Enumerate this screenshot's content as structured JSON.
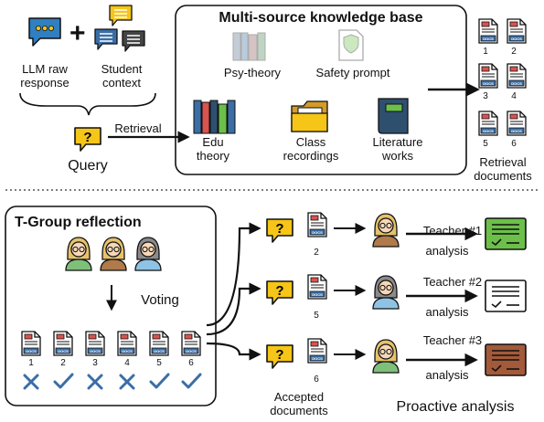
{
  "colors": {
    "stroke": "#111111",
    "doc_red": "#d9534f",
    "doc_blue": "#3a6ea5",
    "query_yellow": "#f5c518",
    "green_report": "#6cc04a",
    "brown_report": "#a35a3a",
    "check_blue": "#3a6ea5",
    "chat_blue": "#2f7fc1",
    "chat_yellow": "#f5c518"
  },
  "top": {
    "llm_label": "LLM raw\nresponse",
    "plus": "+",
    "student_label": "Student\ncontext",
    "query_label": "Query",
    "retrieval_label": "Retrieval",
    "kb_title": "Multi-source knowledge base",
    "kb_items": [
      {
        "label": "Psy-theory"
      },
      {
        "label": "Safety prompt"
      },
      {
        "label": "Edu\ntheory"
      },
      {
        "label": "Class\nrecordings"
      },
      {
        "label": "Literature\nworks"
      }
    ],
    "retrieval_docs": [
      "1",
      "2",
      "3",
      "4",
      "5",
      "6"
    ],
    "retrieval_docs_label": "Retrieval\ndocuments",
    "doc_icon_text": "DOCS"
  },
  "bottom": {
    "tgroup_title": "T-Group reflection",
    "voting_label": "Voting",
    "vote_docs": [
      {
        "num": "1",
        "accepted": false
      },
      {
        "num": "2",
        "accepted": true
      },
      {
        "num": "3",
        "accepted": false
      },
      {
        "num": "4",
        "accepted": false
      },
      {
        "num": "5",
        "accepted": true
      },
      {
        "num": "6",
        "accepted": true
      }
    ],
    "accepted_docs_label": "Accepted\ndocuments",
    "proactive_label": "Proactive analysis",
    "rows": [
      {
        "doc_num": "2",
        "teacher": "Teacher #1",
        "analysis": "analysis"
      },
      {
        "doc_num": "5",
        "teacher": "Teacher #2",
        "analysis": "analysis"
      },
      {
        "doc_num": "6",
        "teacher": "Teacher #3",
        "analysis": "analysis"
      }
    ]
  }
}
